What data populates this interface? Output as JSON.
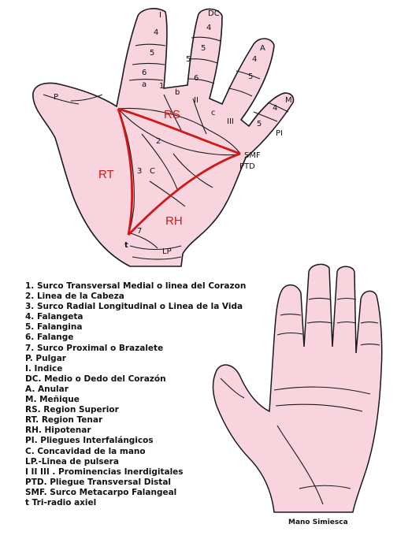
{
  "labels": {
    "finger_index": "I",
    "finger_middle": "DC",
    "finger_ring": "A",
    "finger_little": "M",
    "thumb": "P",
    "phalanx_4": "4",
    "phalanx_5": "5",
    "phalanx_6": "6",
    "line_1": "1",
    "line_2": "2",
    "line_3": "3",
    "line_7": "7",
    "mound_a": "a",
    "mound_b": "b",
    "mound_c": "c",
    "prominence_2": "II",
    "prominence_3": "III",
    "region_rs": "RS",
    "region_rt": "RT",
    "region_rh": "RH",
    "region_c": "C",
    "smf": "SMF",
    "ptd": "PTD",
    "pi": "PI",
    "lp": "LP",
    "triradius": "t"
  },
  "legend": [
    "1.  Surco Transversal Medial o linea del Corazon",
    "2.  Linea de la Cabeza",
    "3.  Surco Radial Longitudinal o Linea de la Vida",
    "4.  Falangeta",
    "5.  Falangina",
    "6.  Falange",
    "7.  Surco Proximal o Brazalete",
    "P.   Pulgar",
    "I.   Indice",
    "DC. Medio o Dedo del Corazón",
    "A. Anular",
    "M.  Meñique",
    "RS. Region Superior",
    "RT. Region Tenar",
    "RH. Hipotenar",
    "PI.  Pliegues Interfalángicos",
    "C. Concavidad de la mano",
    "LP.-Linea de pulsera",
    "I II III . Prominencias Inerdigitales",
    "PTD. Pliegue Transversal Distal",
    "SMF. Surco Metacarpo Falangeal",
    "t      Tri-radio axiel"
  ],
  "caption": "Mano Simiesca",
  "colors": {
    "skin": "#f8d4de",
    "outline": "#1a1a1a",
    "accent": "#d01818"
  }
}
